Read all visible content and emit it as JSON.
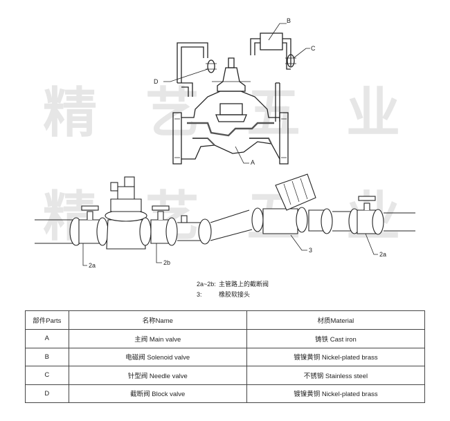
{
  "watermark": {
    "chars": [
      "精",
      "艺",
      "五",
      "业"
    ]
  },
  "labels": {
    "A": "A",
    "B": "B",
    "C": "C",
    "D": "D",
    "2a_left": "2a",
    "2b": "2b",
    "3": "3",
    "2a_right": "2a"
  },
  "notes": [
    {
      "key": "2a~2b:",
      "text": "主管路上的截断阀"
    },
    {
      "key": "3:",
      "text": "橡胶软接头"
    }
  ],
  "table": {
    "headers": [
      "部件Parts",
      "名称Name",
      "材质Material"
    ],
    "rows": [
      {
        "part": "A",
        "name": "主阀 Main valve",
        "material": "铸铁 Cast iron"
      },
      {
        "part": "B",
        "name": "电磁阀 Solenoid valve",
        "material": "镀镍黄铜 Nickel-plated brass"
      },
      {
        "part": "C",
        "name": "针型阀 Needle valve",
        "material": "不锈钢 Stainless steel"
      },
      {
        "part": "D",
        "name": "截断阀 Block valve",
        "material": "镀镍黄铜 Nickel-plated brass"
      }
    ]
  }
}
